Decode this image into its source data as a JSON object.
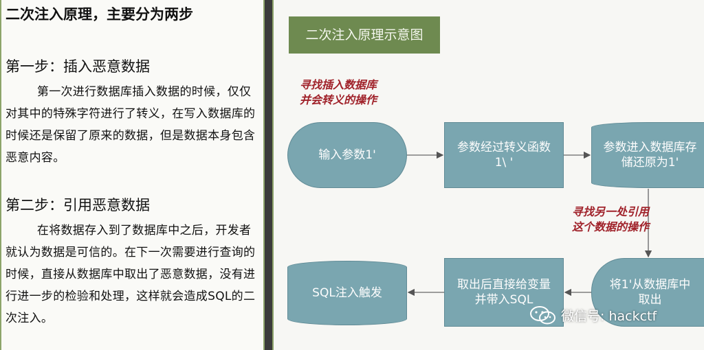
{
  "left": {
    "heading": "二次注入原理，主要分为两步",
    "step1_title": "第一步：插入恶意数据",
    "step1_text": "第一次进行数据库插入数据的时候，仅仅对其中的特殊字符进行了转义，在写入数据库的时候还是保留了原来的数据，但是数据本身包含恶意内容。",
    "step2_title": "第二步：引用恶意数据",
    "step2_text": "在将数据存入到了数据库中之后，开发者就认为数据是可信的。在下一次需要进行查询的时候，直接从数据库中取出了恶意数据，没有进行进一步的检验和处理，这样就会造成SQL的二次注入。"
  },
  "diagram": {
    "title": "二次注入原理示意图",
    "annotation1_line1": "寻找插入数据库",
    "annotation1_line2": "并会转义的操作",
    "annotation2_line1": "寻找另一处引用",
    "annotation2_line2": "这个数据的操作",
    "node_input": "输入参数1'",
    "node_escape_line1": "参数经过转义函数",
    "node_escape_line2": "1\\ '",
    "node_store_line1": "参数进入数据库存",
    "node_store_line2": "储还原为1'",
    "node_fetch_line1": "将1'从数据库中",
    "node_fetch_line2": "取出",
    "node_assign_line1": "取出后直接给变量",
    "node_assign_line2": "并带入SQL",
    "node_trigger": "SQL注入触发"
  },
  "watermark": {
    "text": "微信号: hackctf",
    "icon": "wechat-icon"
  },
  "colors": {
    "node_fill": "#7aa6b0",
    "title_fill": "#6e8a50",
    "annotation": "#a0222a",
    "border_accent": "#8da46a"
  }
}
